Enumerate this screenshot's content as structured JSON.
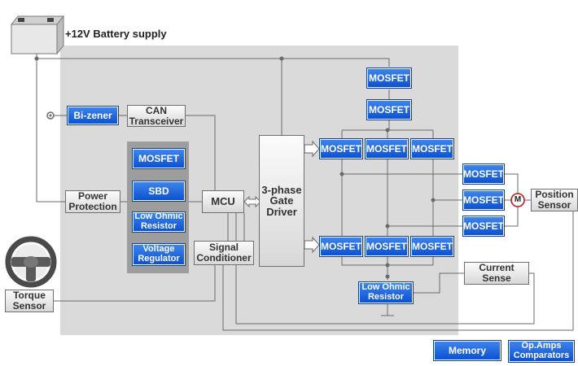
{
  "battery": {
    "label": "+12V Battery supply"
  },
  "components": {
    "bi_zener": "Bi-zener",
    "can": "CAN\nTransceiver",
    "power_protection": "Power\nProtection",
    "mcu": "MCU",
    "gate_driver": "3-phase\nGate\nDriver",
    "signal_conditioner": "Signal\nConditioner",
    "torque_sensor": "Torque\nSensor",
    "position_sensor": "Position\nSensor",
    "current_sense": "Current\nSense",
    "motor": "M",
    "mosfet": "MOSFET",
    "sbd": "SBD",
    "low_ohmic_resistor": "Low Ohmic\nResistor",
    "voltage_regulator": "Voltage\nRegulator",
    "memory": "Memory",
    "opamps": "Op.Amps\nComparators"
  },
  "colors": {
    "blue_fill": "#1a63e0",
    "panel": "#dadada",
    "wire": "#6a6a6a"
  }
}
